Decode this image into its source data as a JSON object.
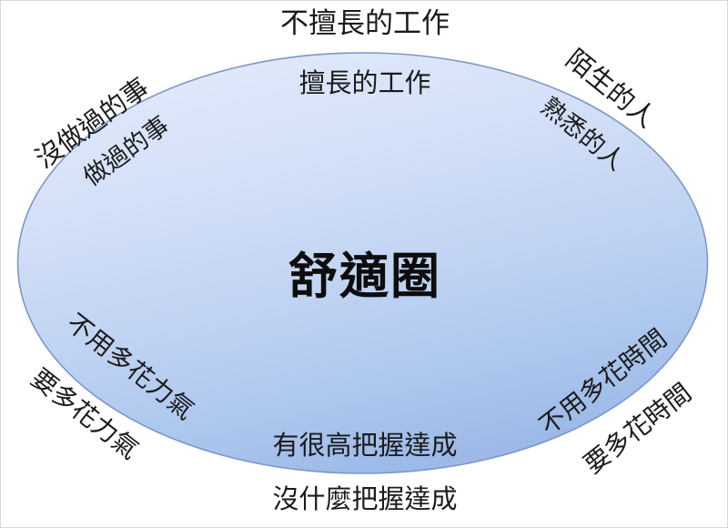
{
  "diagram": {
    "title": "舒適圈",
    "shape": "ellipse",
    "colors": {
      "fill_top": "#dce6f9",
      "fill_mid": "#c5d6f4",
      "fill_bottom": "#9fbbe8",
      "stroke": "#7d97c6",
      "background": "#ffffff",
      "text": "#1b1b1b",
      "canvas_border": "#d8d8d8"
    },
    "labels": {
      "top_outer": "不擅長的工作",
      "top_inner": "擅長的工作",
      "upper_left_outer": "沒做過的事",
      "upper_left_inner": "做過的事",
      "upper_right_outer": "陌生的人",
      "upper_right_inner": "熟悉的人",
      "lower_left_inner": "不用多花力氣",
      "lower_left_outer": "要多花力氣",
      "lower_right_inner": "不用多花時間",
      "lower_right_outer": "要多花時間",
      "bottom_inner": "有很高把握達成",
      "bottom_outer": "沒什麼把握達成"
    }
  }
}
